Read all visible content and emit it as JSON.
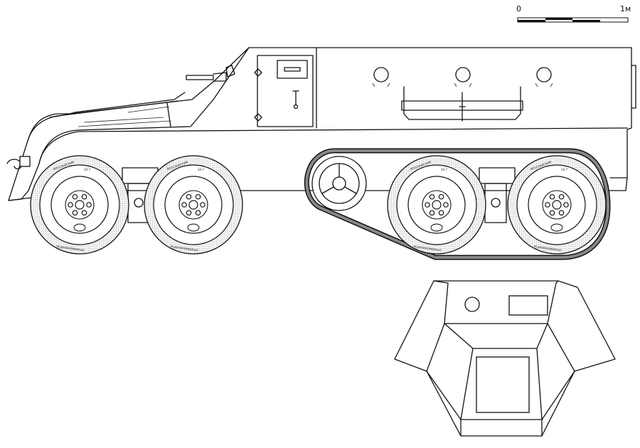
{
  "scale_bar": {
    "start_label": "0",
    "end_label": "1м"
  },
  "tire_marks": {
    "size": "34-7",
    "maker": "ЯРОСЛАВСКИЙ",
    "plant": "РЕЗИНОКОМБИНАТ"
  }
}
